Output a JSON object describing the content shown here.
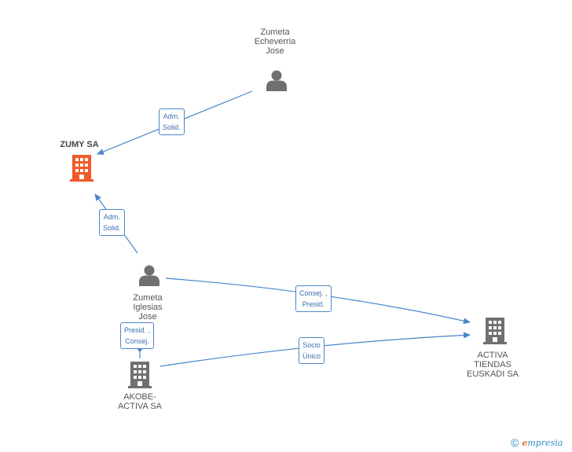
{
  "nodes": [
    {
      "id": "zumeta-echeverria",
      "type": "person",
      "label_lines": [
        "Zumeta",
        "Echeverria",
        "Jose"
      ]
    },
    {
      "id": "zumy",
      "type": "company-main",
      "label_lines": [
        "ZUMY SA"
      ]
    },
    {
      "id": "zumeta-iglesias",
      "type": "person",
      "label_lines": [
        "Zumeta",
        "Iglesias",
        "Jose"
      ]
    },
    {
      "id": "akobe",
      "type": "company",
      "label_lines": [
        "AKOBE-",
        "ACTIVA SA"
      ]
    },
    {
      "id": "activa-tiendas",
      "type": "company",
      "label_lines": [
        "ACTIVA",
        "TIENDAS",
        "EUSKADI SA"
      ]
    }
  ],
  "edges": [
    {
      "id": "e1",
      "label_lines": [
        "Adm.",
        "Solid."
      ]
    },
    {
      "id": "e2",
      "label_lines": [
        "Adm.",
        "Solid."
      ]
    },
    {
      "id": "e3",
      "label_lines": [
        "Consej. ,",
        "Presid."
      ]
    },
    {
      "id": "e4",
      "label_lines": [
        "Presid. ,",
        "Consej."
      ]
    },
    {
      "id": "e5",
      "label_lines": [
        "Socio",
        "Único"
      ]
    }
  ],
  "colors": {
    "edge": "#4a86c8",
    "person_icon": "#707070",
    "company_icon": "#707070",
    "main_company_icon": "#f05a28"
  },
  "footer": {
    "copyright_symbol": "©",
    "brand_initial": "e",
    "brand_rest": "mpresia"
  }
}
